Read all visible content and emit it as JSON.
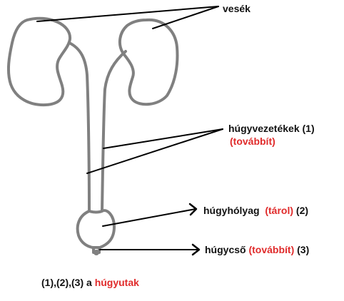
{
  "labels": {
    "kidneys": "vesék",
    "ureters": "húgyvezetékek",
    "ureters_num": "(1)",
    "ureters_role": "(továbbít)",
    "bladder": "húgyhólyag",
    "bladder_role": "(tárol)",
    "bladder_num": "(2)",
    "urethra": "húgycső",
    "urethra_role": "(továbbít)",
    "urethra_num": "(3)",
    "footer_prefix": "(1),(2),(3) a",
    "footer_term": "húgyutak"
  },
  "colors": {
    "outline": "#808080",
    "pointer": "#000000",
    "text": "#111111",
    "accent": "#e02b2b"
  }
}
